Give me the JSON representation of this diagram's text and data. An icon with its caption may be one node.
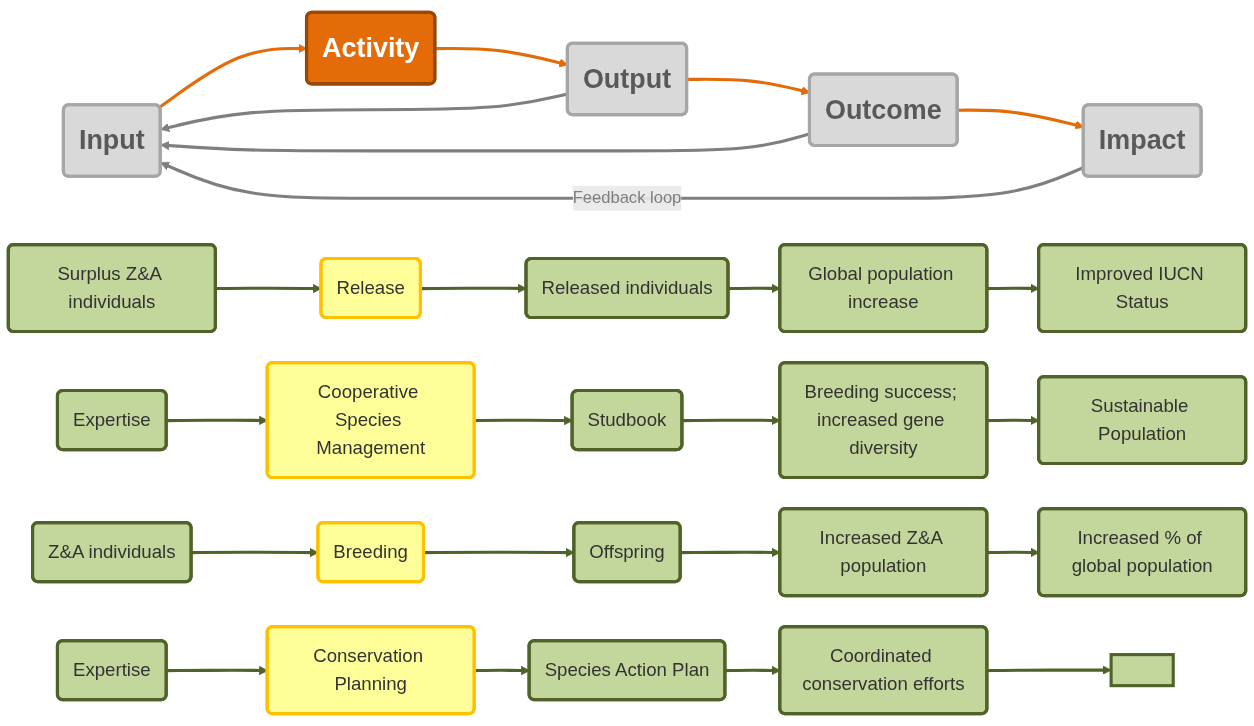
{
  "diagram": {
    "nodes": [
      {
        "text": [
          "Input"
        ]
      },
      {
        "text": [
          "Activity"
        ]
      },
      {
        "text": [
          "Output"
        ]
      },
      {
        "text": [
          "Outcome"
        ]
      },
      {
        "text": [
          "Impact"
        ]
      },
      {
        "text": [
          "Surplus Z&A individuals"
        ]
      },
      {
        "text": [
          "Release"
        ]
      },
      {
        "text": [
          "Released individuals"
        ]
      },
      {
        "text": [
          "Global population increase"
        ]
      },
      {
        "text": [
          "Improved IUCN Status"
        ]
      },
      {
        "text": [
          "Expertise"
        ]
      },
      {
        "text": [
          "Cooperative Species Management"
        ]
      },
      {
        "text": [
          "Studbook"
        ]
      },
      {
        "text": [
          "Breeding success; increased gene diversity"
        ]
      },
      {
        "text": [
          "Sustainable Population"
        ]
      },
      {
        "text": [
          "Z&A individuals"
        ]
      },
      {
        "text": [
          "Breeding"
        ]
      },
      {
        "text": [
          "Offspring"
        ]
      },
      {
        "text": [
          "Increased Z&A population"
        ]
      },
      {
        "text": [
          "Increased % of global population"
        ]
      },
      {
        "text": [
          "Expertise"
        ]
      },
      {
        "text": [
          "Conservation Planning"
        ]
      },
      {
        "text": [
          "Species Action Plan"
        ]
      },
      {
        "text": [
          "Coordinated conservation efforts"
        ]
      },
      {
        "text": [],
        "shape": "box"
      }
    ],
    "edges": [
      {
        "from": 0,
        "to": 1,
        "arrow": "to",
        "color": "#e36c09"
      },
      {
        "from": 1,
        "to": 2,
        "arrow": "to",
        "color": "#e36c09"
      },
      {
        "from": 2,
        "to": 3,
        "arrow": "to",
        "color": "#e36c09"
      },
      {
        "from": 3,
        "to": 4,
        "arrow": "to",
        "color": "#e36c09"
      },
      {
        "from": 2,
        "to": 0,
        "arrow": "to",
        "color": "#7f7f7f"
      },
      {
        "from": 3,
        "to": 0,
        "arrow": "to",
        "color": "#7f7f7f"
      },
      {
        "from": 4,
        "to": 0,
        "arrow": "to",
        "color": "#7f7f7f",
        "label": "Feedback loop"
      },
      {
        "from": 5,
        "to": 6,
        "arrow": "to"
      },
      {
        "from": 6,
        "to": 7,
        "arrow": "to"
      },
      {
        "from": 7,
        "to": 8,
        "arrow": "to"
      },
      {
        "from": 8,
        "to": 9,
        "arrow": "to"
      },
      {
        "from": 10,
        "to": 11,
        "arrow": "to"
      },
      {
        "from": 11,
        "to": 12,
        "arrow": "to"
      },
      {
        "from": 12,
        "to": 13,
        "arrow": "to"
      },
      {
        "from": 13,
        "to": 14,
        "arrow": "to"
      },
      {
        "from": 15,
        "to": 16,
        "arrow": "to"
      },
      {
        "from": 16,
        "to": 17,
        "arrow": "to"
      },
      {
        "from": 17,
        "to": 18,
        "arrow": "to"
      },
      {
        "from": 18,
        "to": 19,
        "arrow": "to"
      },
      {
        "from": 20,
        "to": 21,
        "arrow": "to"
      },
      {
        "from": 21,
        "to": 22,
        "arrow": "to"
      },
      {
        "from": 22,
        "to": 23,
        "arrow": "to"
      },
      {
        "from": 23,
        "to": 24,
        "arrow": "to"
      }
    ]
  }
}
